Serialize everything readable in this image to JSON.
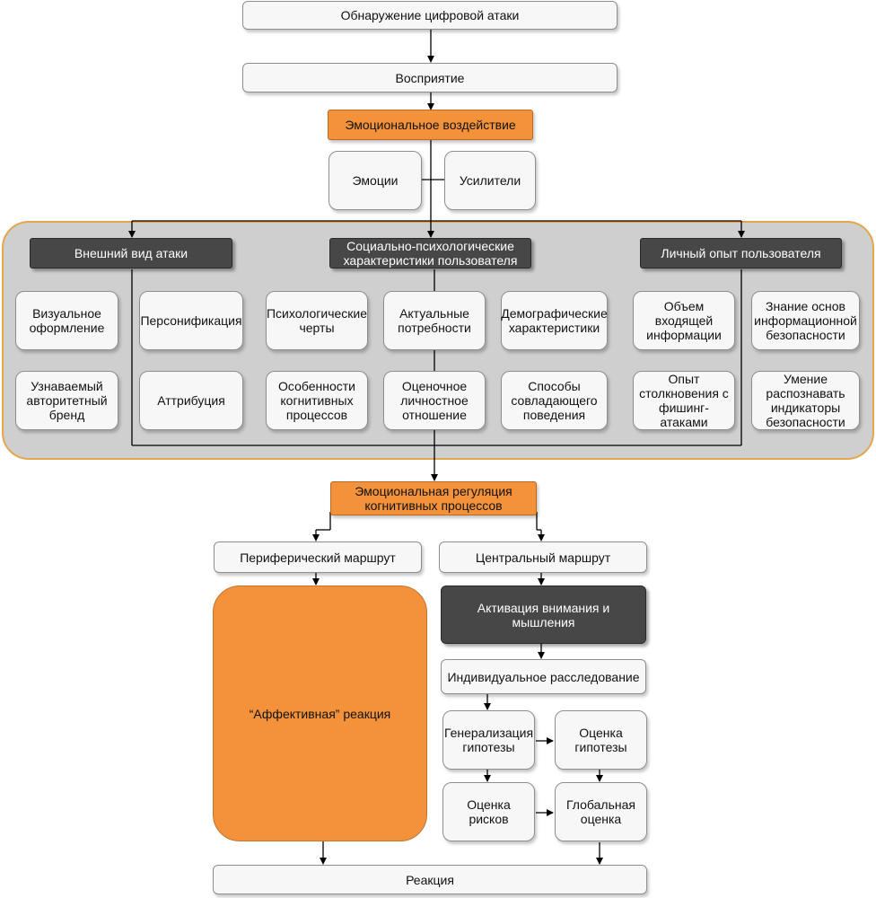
{
  "title": "Обнаружение цифровой атаки",
  "perception": "Восприятие",
  "emotional_impact": {
    "label": "Эмоциональное воздействие",
    "emotions": "Эмоции",
    "amplifiers": "Усилители"
  },
  "groups": {
    "attack_appearance": {
      "header": "Внешний вид атаки",
      "items": [
        "Визуальное оформление",
        "Персонификация",
        "Узнаваемый авторитетный бренд",
        "Аттрибуция"
      ]
    },
    "socio_psych": {
      "header": "Социально-психологические характеристики пользователя",
      "items": [
        "Психологические черты",
        "Актуальные потребности",
        "Демографические характеристики",
        "Особенности когнитивных процессов",
        "Оценочное личностное отношение",
        "Способы совладающего поведения"
      ]
    },
    "personal_experience": {
      "header": "Личный опыт пользователя",
      "items": [
        "Объем входящей информации",
        "Знание основ информационной безопасности",
        "Опыт столкновения с фишинг-атаками",
        "Умение распознавать индикаторы безопасности"
      ]
    }
  },
  "emotional_regulation": "Эмоциональная регуляция когнитивных процессов",
  "peripheral_route": {
    "label": "Периферический маршрут",
    "affective": "“Аффективная” реакция"
  },
  "central_route": {
    "label": "Центральный маршрут",
    "activation": "Активация внимания и мышления",
    "investigation": "Индивидуальное расследование",
    "hypothesis_generalization": "Генерализация гипотезы",
    "hypothesis_evaluation": "Оценка гипотезы",
    "risk_evaluation": "Оценка рисков",
    "global_evaluation": "Глобальная оценка"
  },
  "reaction": "Реакция"
}
